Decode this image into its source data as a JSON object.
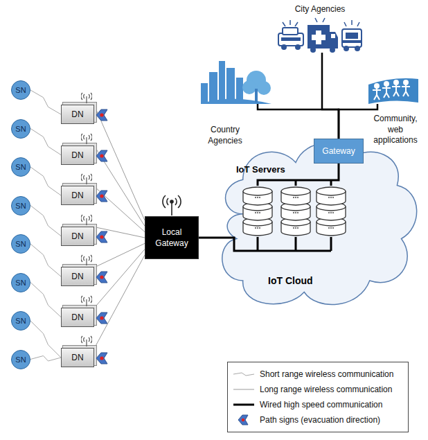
{
  "diagram": {
    "nodes": [
      {
        "text": [
          "SN"
        ]
      },
      {
        "text": [
          "SN"
        ]
      },
      {
        "text": [
          "SN"
        ]
      },
      {
        "text": [
          "SN"
        ]
      },
      {
        "text": [
          "SN"
        ]
      },
      {
        "text": [
          "SN"
        ]
      },
      {
        "text": [
          "SN"
        ]
      },
      {
        "text": [
          "SN"
        ]
      },
      {
        "text": [
          "DN"
        ]
      },
      {
        "text": [
          "DN"
        ]
      },
      {
        "text": [
          "DN"
        ]
      },
      {
        "text": [
          "DN"
        ]
      },
      {
        "text": [
          "DN"
        ]
      },
      {
        "text": [
          "DN"
        ]
      },
      {
        "text": [
          "DN"
        ]
      },
      {
        "text": [
          "Local Gateway"
        ]
      },
      {
        "text": [
          "IoT Servers",
          "IoT Cloud"
        ]
      },
      {
        "text": [
          "Gateway"
        ],
        "in": 16
      },
      {
        "text": [
          "City Agencies"
        ]
      },
      {
        "text": [
          "Country Agencies"
        ]
      },
      {
        "text": [
          "Community, web applications"
        ]
      }
    ],
    "edges": [
      {
        "from": 0,
        "to": 8,
        "arrow": "none"
      },
      {
        "from": 1,
        "to": 9,
        "arrow": "none"
      },
      {
        "from": 2,
        "to": 10,
        "arrow": "none"
      },
      {
        "from": 3,
        "to": 11,
        "arrow": "none"
      },
      {
        "from": 4,
        "to": 12,
        "arrow": "none"
      },
      {
        "from": 5,
        "to": 13,
        "arrow": "none"
      },
      {
        "from": 6,
        "to": 14,
        "arrow": "none"
      },
      {
        "from": 7,
        "to": 14,
        "arrow": "none"
      },
      {
        "from": 8,
        "to": 15,
        "arrow": "none"
      },
      {
        "from": 9,
        "to": 15,
        "arrow": "none"
      },
      {
        "from": 10,
        "to": 15,
        "arrow": "none"
      },
      {
        "from": 11,
        "to": 15,
        "arrow": "none"
      },
      {
        "from": 12,
        "to": 15,
        "arrow": "none"
      },
      {
        "from": 13,
        "to": 15,
        "arrow": "none"
      },
      {
        "from": 14,
        "to": 15,
        "arrow": "none"
      },
      {
        "from": 15,
        "to": 16,
        "arrow": "none"
      },
      {
        "from": 17,
        "to": 18,
        "arrow": "none"
      },
      {
        "from": 17,
        "to": 19,
        "arrow": "none"
      },
      {
        "from": 17,
        "to": 20,
        "arrow": "none"
      }
    ],
    "legend": [
      {
        "text": "Short range wireless communication"
      },
      {
        "text": "Long range wireless communication"
      },
      {
        "text": "Wired high speed communication"
      },
      {
        "text": "Path signs (evacuation direction)"
      }
    ]
  }
}
